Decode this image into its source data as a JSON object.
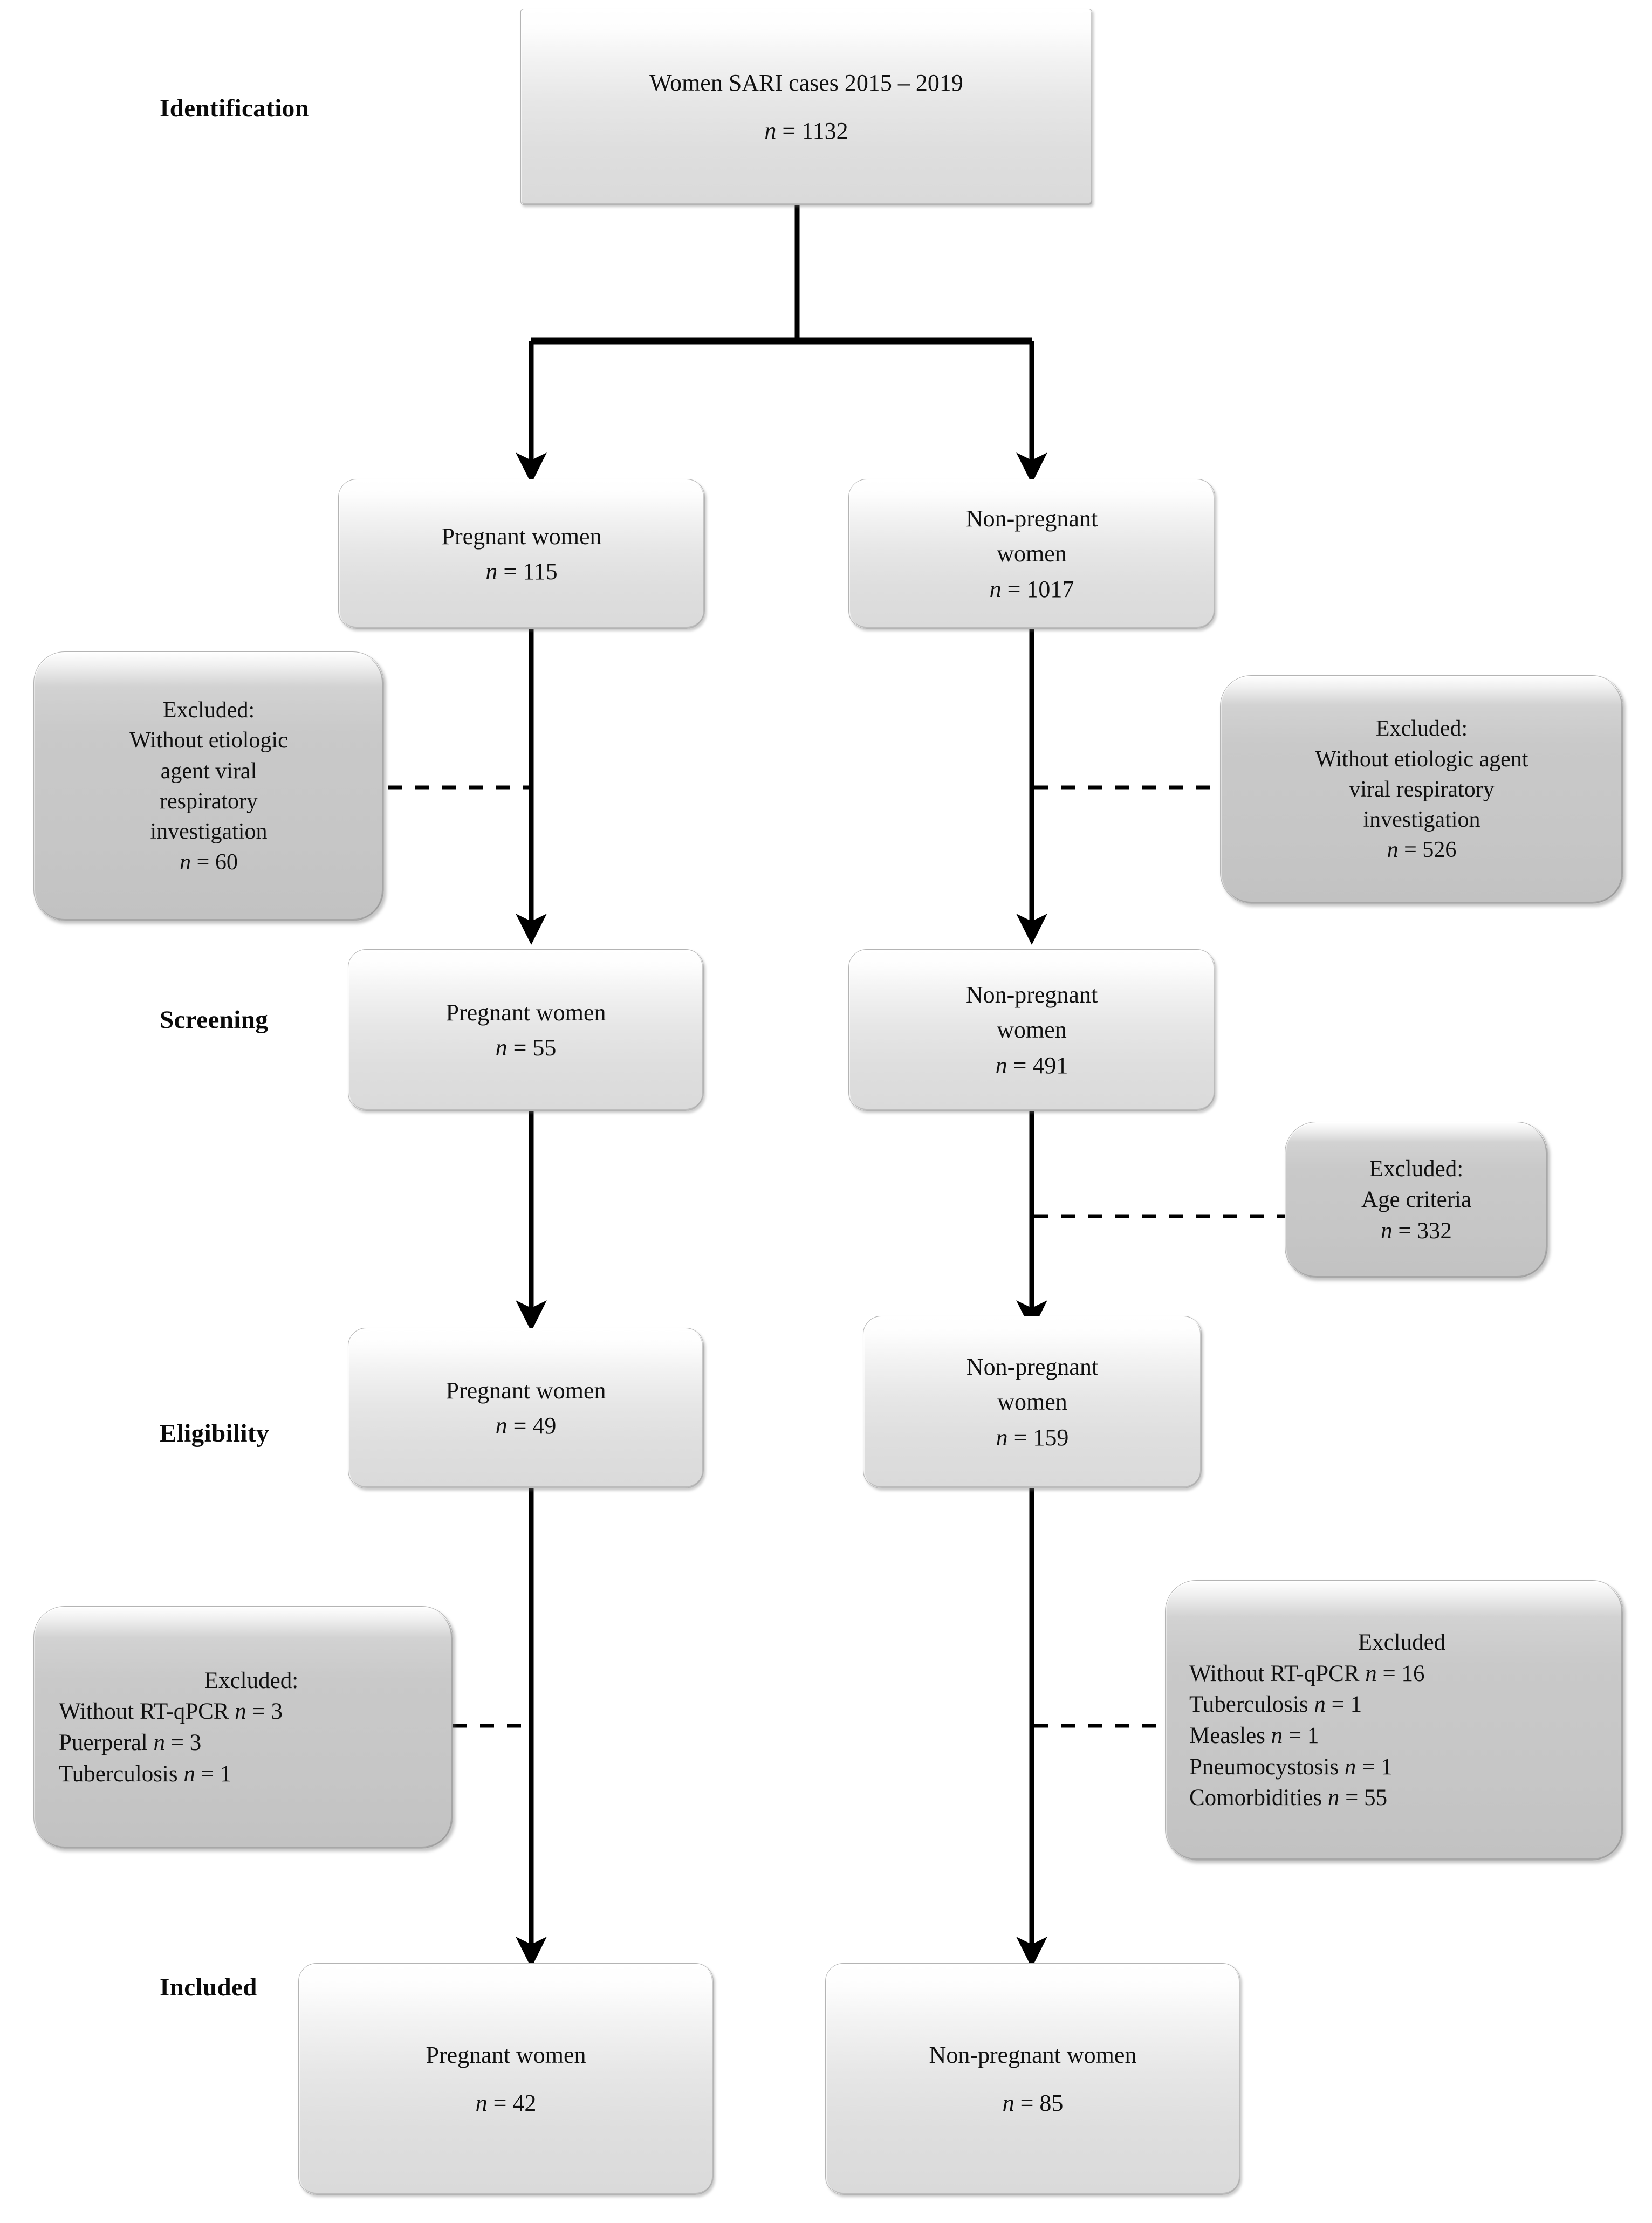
{
  "diagram": {
    "type": "prisma-flow-diagram",
    "title_box": {
      "line1": "Women SARI cases 2015 – 2019",
      "line2_prefix": "n",
      "line2_value": " = 1132"
    },
    "stages": [
      {
        "id": "identification",
        "label": "Identification"
      },
      {
        "id": "screening",
        "label": "Screening"
      },
      {
        "id": "eligibility",
        "label": "Eligibility"
      },
      {
        "id": "included",
        "label": "Included"
      }
    ],
    "nodes": {
      "identification_total": {
        "lines": [
          "Women SARI cases 2015 – 2019"
        ],
        "count_label": "n",
        "count_value": " = 1132"
      },
      "pregnant_identified": {
        "lines": [
          "Pregnant women"
        ],
        "count_label": "n",
        "count_value": " = 115"
      },
      "nonpregnant_identified": {
        "lines": [
          "Non-pregnant",
          "women"
        ],
        "count_label": "n",
        "count_value": " = 1017"
      },
      "pregnant_screened": {
        "lines": [
          "Pregnant women"
        ],
        "count_label": "n",
        "count_value": " = 55"
      },
      "nonpregnant_screened": {
        "lines": [
          "Non-pregnant",
          "women"
        ],
        "count_label": "n",
        "count_value": " = 491"
      },
      "pregnant_eligible": {
        "lines": [
          "Pregnant women"
        ],
        "count_label": "n",
        "count_value": " = 49"
      },
      "nonpregnant_eligible": {
        "lines": [
          "Non-pregnant",
          "women"
        ],
        "count_label": "n",
        "count_value": " = 159"
      },
      "pregnant_included": {
        "lines": [
          "Pregnant women"
        ],
        "count_label": "n",
        "count_value": " = 42"
      },
      "nonpregnant_included": {
        "lines": [
          "Non-pregnant women"
        ],
        "count_label": "n",
        "count_value": " = 85"
      }
    },
    "exclusions": {
      "pregnant_screening": {
        "heading": "Excluded:",
        "lines": [
          "Without etiologic",
          "agent viral",
          "respiratory",
          "investigation"
        ],
        "count_label": "n",
        "count_value": " = 60"
      },
      "nonpregnant_screening": {
        "heading": "Excluded:",
        "lines": [
          "Without etiologic agent",
          "viral respiratory",
          "investigation"
        ],
        "count_label": "n",
        "count_value": " = 526"
      },
      "nonpregnant_age": {
        "heading": "Excluded:",
        "lines": [
          "Age criteria"
        ],
        "count_label": "n",
        "count_value": " = 332"
      },
      "pregnant_eligibility": {
        "heading": "Excluded:",
        "items": [
          {
            "label": "Without RT-qPCR ",
            "n": "n",
            "value": " = 3"
          },
          {
            "label": "Puerperal ",
            "n": "n",
            "value": " = 3"
          },
          {
            "label": "Tuberculosis ",
            "n": "n",
            "value": " = 1"
          }
        ]
      },
      "nonpregnant_eligibility": {
        "heading": "Excluded",
        "items": [
          {
            "label": "Without RT-qPCR ",
            "n": "n",
            "value": " = 16"
          },
          {
            "label": "Tuberculosis ",
            "n": "n",
            "value": " = 1"
          },
          {
            "label": "Measles ",
            "n": "n",
            "value": " = 1"
          },
          {
            "label": "Pneumocystosis ",
            "n": "n",
            "value": " = 1"
          },
          {
            "label": "Comorbidities ",
            "n": "n",
            "value": " = 55"
          }
        ]
      }
    },
    "colors": {
      "box_fill_light": "#e6e6e6",
      "box_fill_dark": "#c8c8c8",
      "border": "#b4b4b4",
      "text": "#111111",
      "connector": "#000000"
    }
  }
}
